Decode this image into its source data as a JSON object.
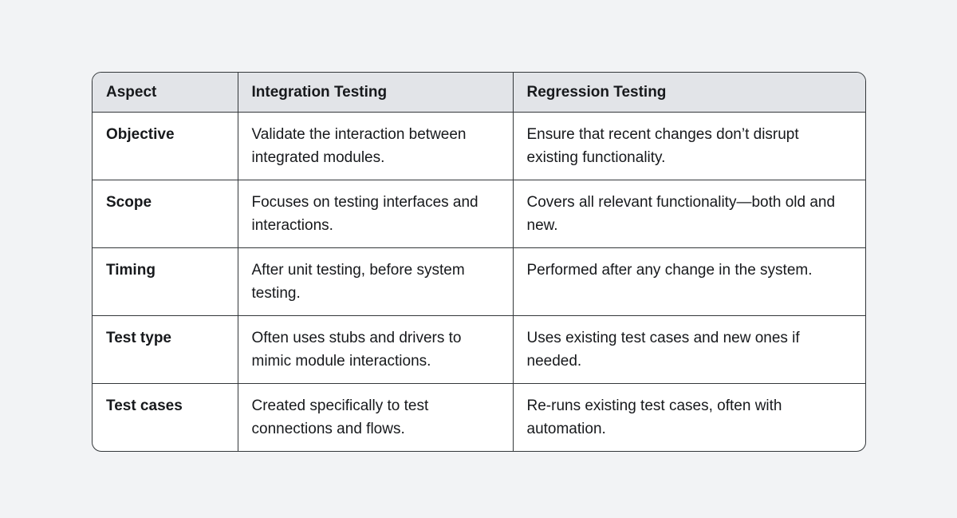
{
  "colors": {
    "page_background": "#f2f3f5",
    "header_background": "#e2e4e8",
    "cell_background": "#ffffff",
    "border": "#33373a",
    "text": "#17191c"
  },
  "table": {
    "columns": [
      {
        "label": "Aspect"
      },
      {
        "label": "Integration Testing"
      },
      {
        "label": "Regression Testing"
      }
    ],
    "rows": [
      {
        "aspect": "Objective",
        "integration": "Validate the interaction between integrated modules.",
        "regression": "Ensure that recent changes don’t disrupt existing functionality."
      },
      {
        "aspect": "Scope",
        "integration": "Focuses on testing interfaces and interactions.",
        "regression": "Covers all relevant functionality—both old and new."
      },
      {
        "aspect": "Timing",
        "integration": "After unit testing, before system testing.",
        "regression": "Performed after any change in the system."
      },
      {
        "aspect": "Test type",
        "integration": "Often uses stubs and drivers to mimic module interactions.",
        "regression": "Uses existing test cases and new ones if needed."
      },
      {
        "aspect": "Test cases",
        "integration": "Created specifically to test connections and flows.",
        "regression": "Re-runs existing test cases, often with automation."
      }
    ]
  }
}
